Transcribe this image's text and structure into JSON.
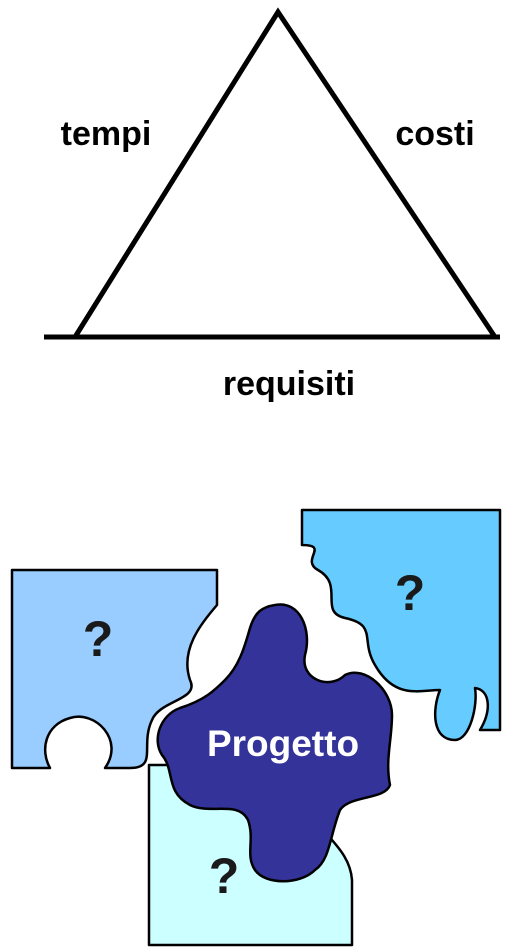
{
  "triangle": {
    "left_label": "tempi",
    "right_label": "costi",
    "bottom_label": "requisiti"
  },
  "puzzle": {
    "center_label": "Progetto",
    "left_piece_label": "?",
    "right_piece_label": "?",
    "bottom_piece_label": "?",
    "colors": {
      "left_piece": "#99ccff",
      "right_piece": "#66ccff",
      "bottom_piece": "#ccffff",
      "center_piece": "#333399",
      "outline": "#000000",
      "center_text": "#ffffff",
      "question_text": "#1a1a1a"
    }
  }
}
